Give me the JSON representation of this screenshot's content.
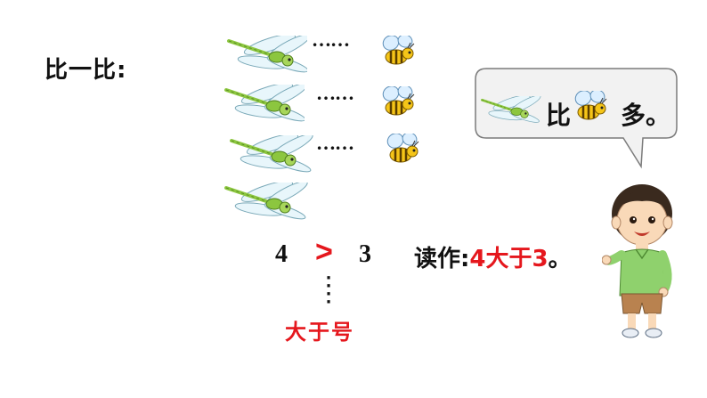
{
  "heading": "比一比:",
  "rows": [
    {
      "ellipsis": "……",
      "has_bee": true
    },
    {
      "ellipsis": "……",
      "has_bee": true
    },
    {
      "ellipsis": "……",
      "has_bee": true
    },
    {
      "ellipsis": "",
      "has_bee": false
    }
  ],
  "comparison": {
    "left_number": "4",
    "symbol": ">",
    "right_number": "3",
    "read_prefix": "读作:",
    "read_value": "4大于3",
    "read_suffix": "。"
  },
  "symbol_name": "大于号",
  "speech_bubble": {
    "word_1": "比",
    "word_2": "多。"
  },
  "colors": {
    "accent_red": "#e5171d",
    "dragonfly_green": "#8cc63f",
    "bee_yellow": "#f5c518",
    "bubble_fill": "#f2f2f2"
  }
}
